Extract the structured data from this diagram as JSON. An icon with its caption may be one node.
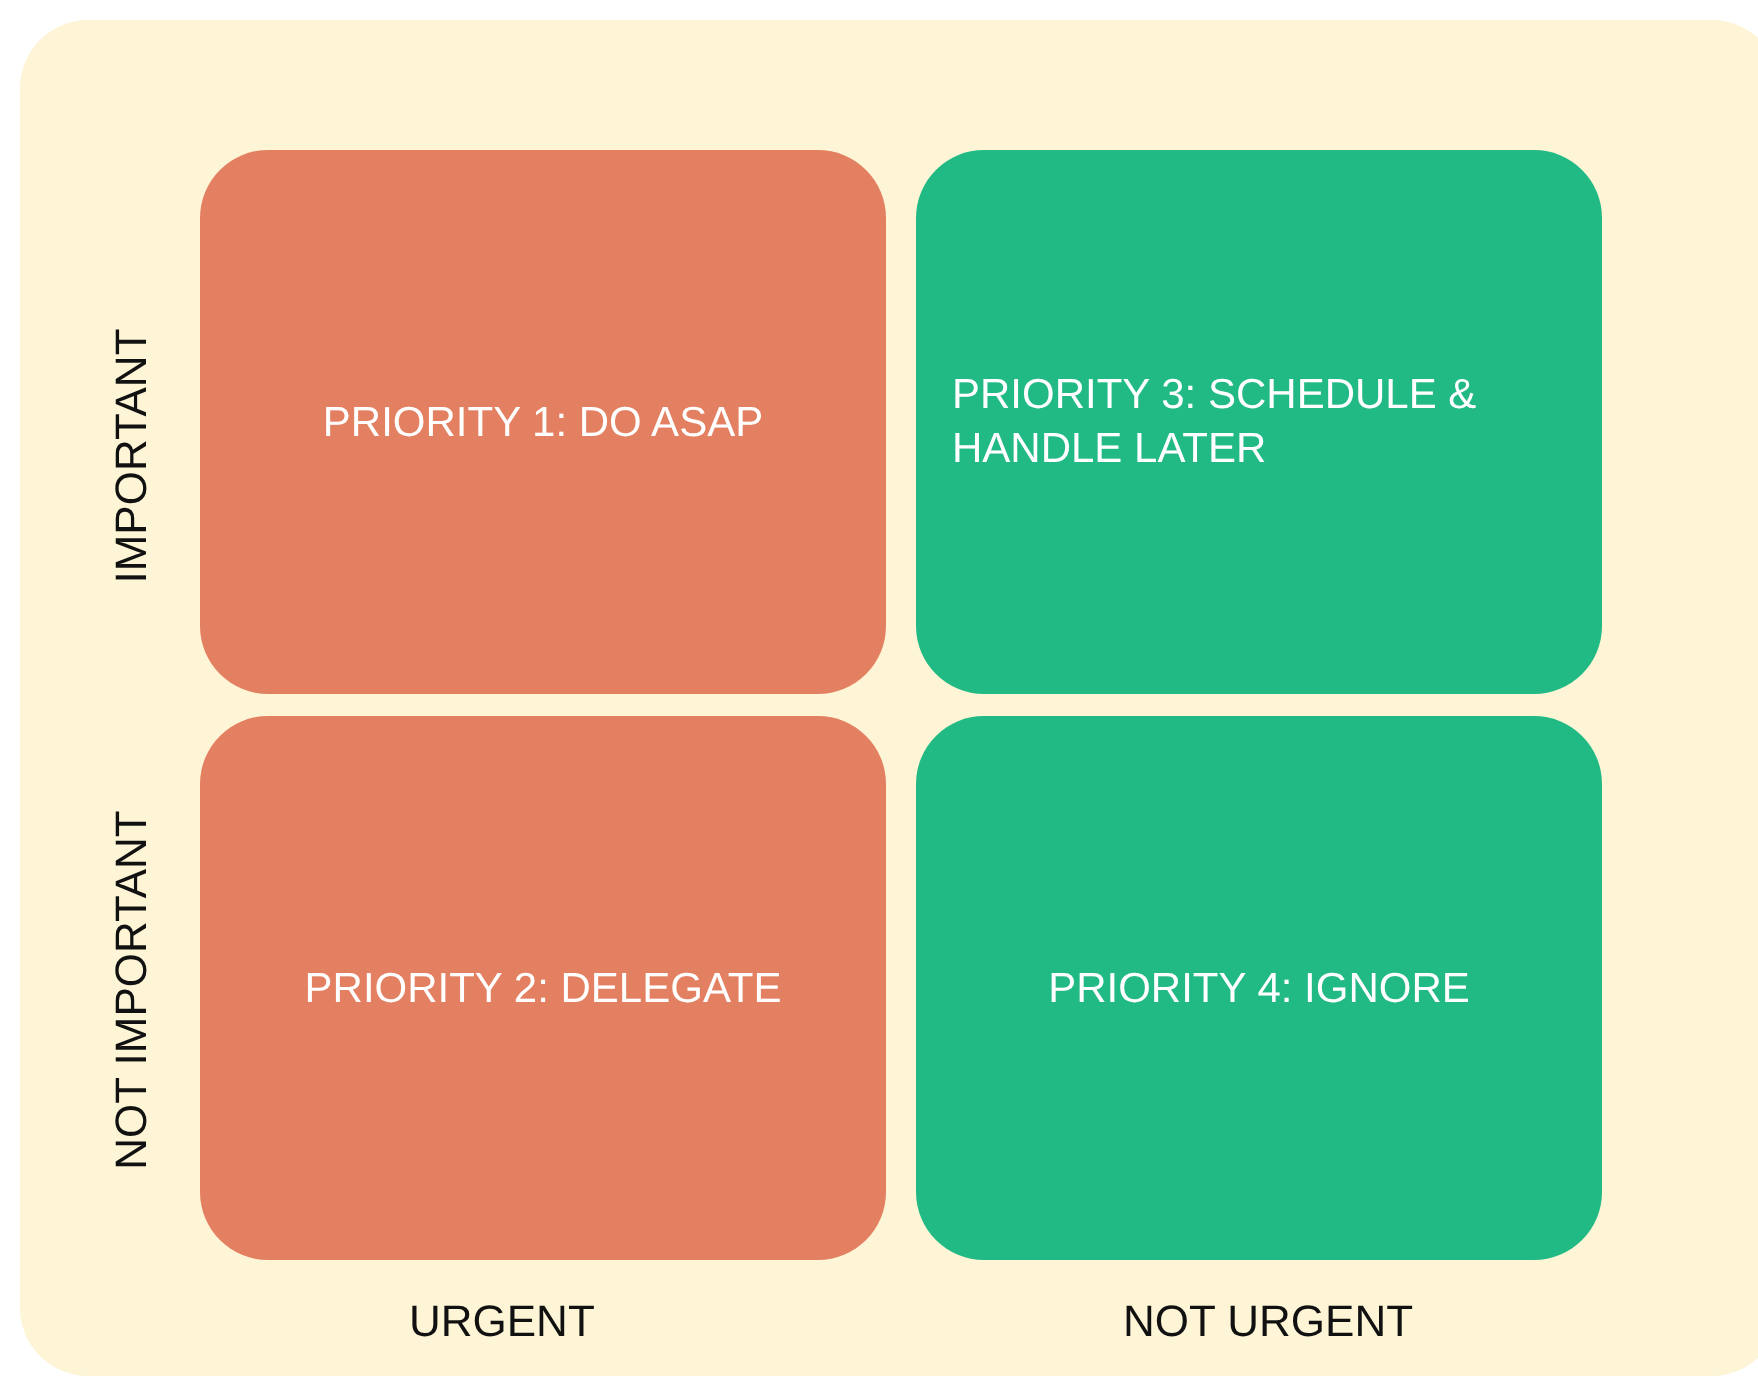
{
  "diagram": {
    "nodes": [
      {
        "text": [
          "PRIORITY 1: DO ASAP"
        ]
      },
      {
        "text": [
          "PRIORITY 3: SCHEDULE & HANDLE LATER"
        ]
      },
      {
        "text": [
          "PRIORITY 2: DELEGATE"
        ]
      },
      {
        "text": [
          "PRIORITY 4: IGNORE"
        ]
      }
    ],
    "labels": [
      "IMPORTANT",
      "NOT IMPORTANT",
      "URGENT",
      "NOT URGENT"
    ]
  }
}
